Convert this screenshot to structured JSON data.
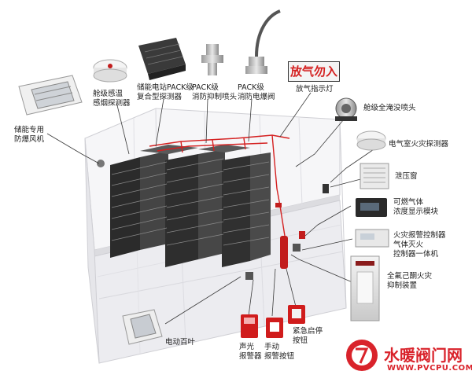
{
  "labels": {
    "explosion_fan": "储能专用\n防爆风机",
    "smoke_temp_detector": "舱级感温\n感烟探测器",
    "pack_composite_detector": "储能电站PACK级\n复合型探测器",
    "pack_nozzle": "PACK级\n消防抑制喷头",
    "pack_valve": "PACK级\n消防电爆阀",
    "gas_light": "放气指示灯",
    "flood_nozzle": "舱级全淹没喷头",
    "electrical_fire_detector": "电气室火灾探测器",
    "pressure_vent": "泄压窗",
    "gas_concentration_module": "可燃气体\n浓度显示模块",
    "fire_alarm_controller": "火灾报警控制器\n气体灭火\n控制器一体机",
    "extinguishing_device": "全氟己酮火灾\n抑制装置",
    "electric_louver": "电动百叶",
    "sound_light_alarm": "声光\n报警器",
    "manual_alarm_button": "手动\n报警按钮",
    "emergency_button": "紧急启停\n按钮"
  },
  "sign_text": "放气勿入",
  "watermark": {
    "brand": "水暖阀门网",
    "url": "WWW.PVCPU.COM"
  },
  "colors": {
    "pipe": "#d42020",
    "sign_text": "#d42020",
    "brand": "#d9232b",
    "rack": "#3a3a3a"
  },
  "icons": [
    "fan-icon",
    "smoke-detector-icon",
    "pack-detector-icon",
    "nozzle-icon",
    "valve-icon",
    "flood-nozzle-icon",
    "heat-detector-icon",
    "vent-icon",
    "gas-module-icon",
    "controller-icon",
    "extinguisher-cabinet-icon",
    "louver-icon",
    "alarm-icon",
    "manual-button-icon",
    "emergency-button-icon",
    "logo-icon"
  ]
}
